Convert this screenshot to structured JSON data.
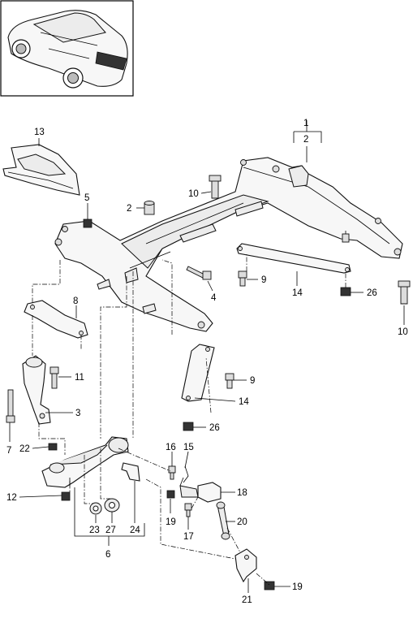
{
  "callouts": {
    "c1": "1",
    "c2a": "2",
    "c2b": "2",
    "c3": "3",
    "c4": "4",
    "c5": "5",
    "c6": "6",
    "c7": "7",
    "c8": "8",
    "c9a": "9",
    "c9b": "9",
    "c10a": "10",
    "c10b": "10",
    "c11": "11",
    "c12": "12",
    "c13": "13",
    "c14a": "14",
    "c14b": "14",
    "c15": "15",
    "c16": "16",
    "c17": "17",
    "c18": "18",
    "c19a": "19",
    "c19b": "19",
    "c20": "20",
    "c21": "21",
    "c22": "22",
    "c23": "23",
    "c24": "24",
    "c26a": "26",
    "c26b": "26",
    "c27": "27"
  }
}
